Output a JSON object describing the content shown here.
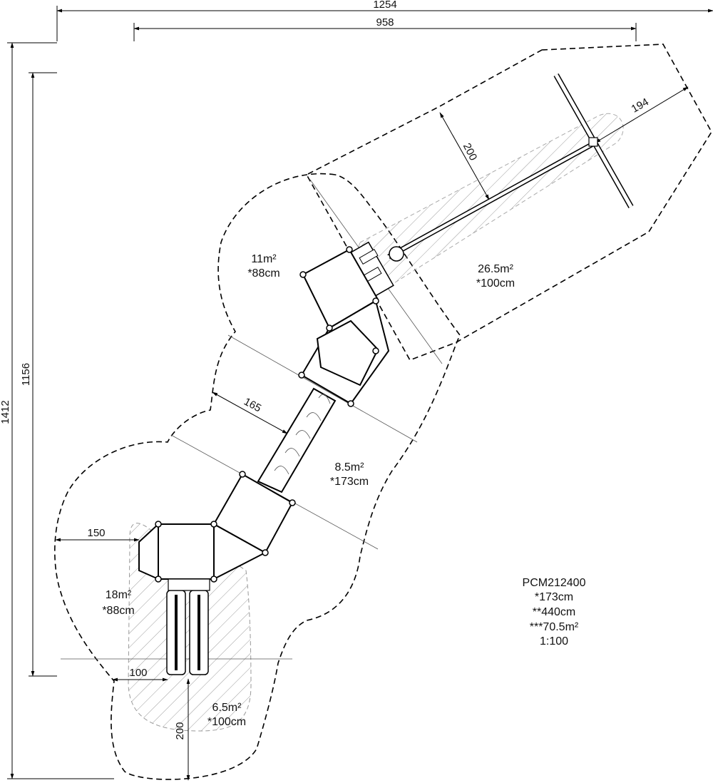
{
  "product": {
    "code": "PCM212400",
    "height_1": "*173cm",
    "height_2": "**440cm",
    "area_total": "***70.5m²",
    "scale": "1:100"
  },
  "dimensions": {
    "overall_width": "1254",
    "inner_width": "958",
    "overall_height": "1412",
    "inner_height": "1156",
    "swing_zone_width": "200",
    "swing_zone_end": "194",
    "bridge_zone": "165",
    "left_zone": "150",
    "slide_left": "100",
    "slide_zone_bottom": "200"
  },
  "areas": [
    {
      "area": "11m²",
      "height": "*88cm"
    },
    {
      "area": "26.5m²",
      "height": "*100cm"
    },
    {
      "area": "8.5m²",
      "height": "*173cm"
    },
    {
      "area": "18m²",
      "height": "*88cm"
    },
    {
      "area": "6.5m²",
      "height": "*100cm"
    }
  ]
}
